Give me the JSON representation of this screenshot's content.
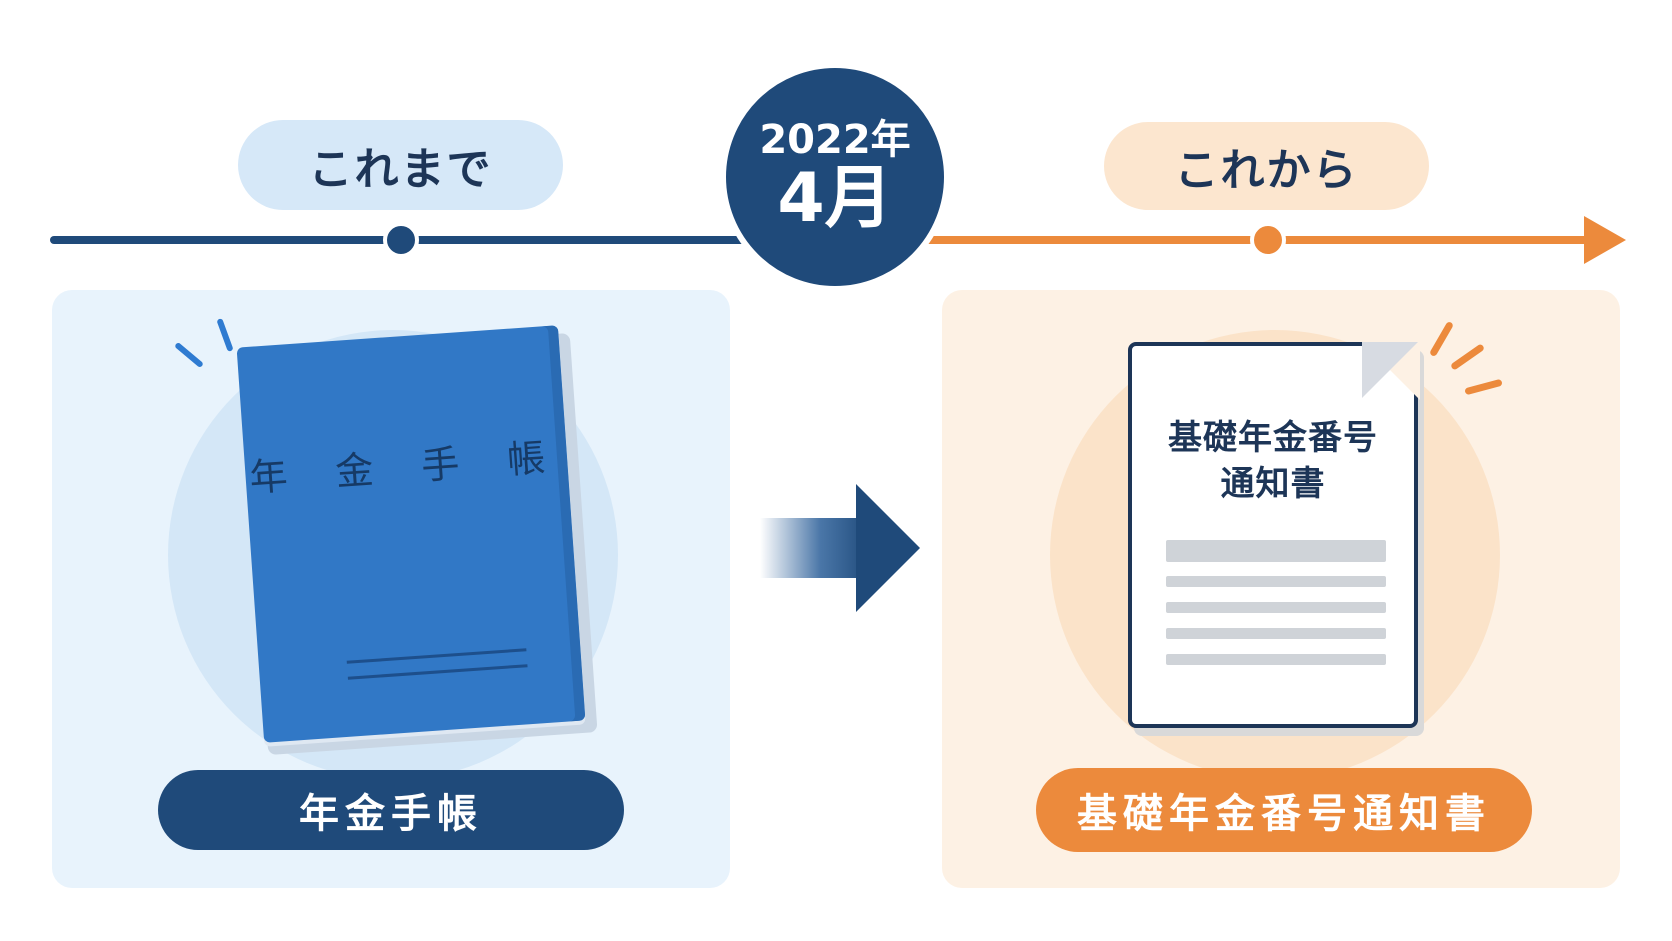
{
  "timeline": {
    "before_label": "これまで",
    "after_label": "これから",
    "date_year": "2022年",
    "date_month": "4月"
  },
  "before": {
    "item_cover_text": "年 金 手 帳",
    "label": "年金手帳"
  },
  "after": {
    "document_title_line1": "基礎年金番号",
    "document_title_line2": "通知書",
    "label": "基礎年金番号通知書"
  },
  "colors": {
    "navy": "#1f4a7a",
    "orange": "#ec8a3c",
    "booklet_blue": "#3178c6",
    "panel_blue": "#e8f3fc",
    "panel_orange": "#fdf1e4"
  }
}
